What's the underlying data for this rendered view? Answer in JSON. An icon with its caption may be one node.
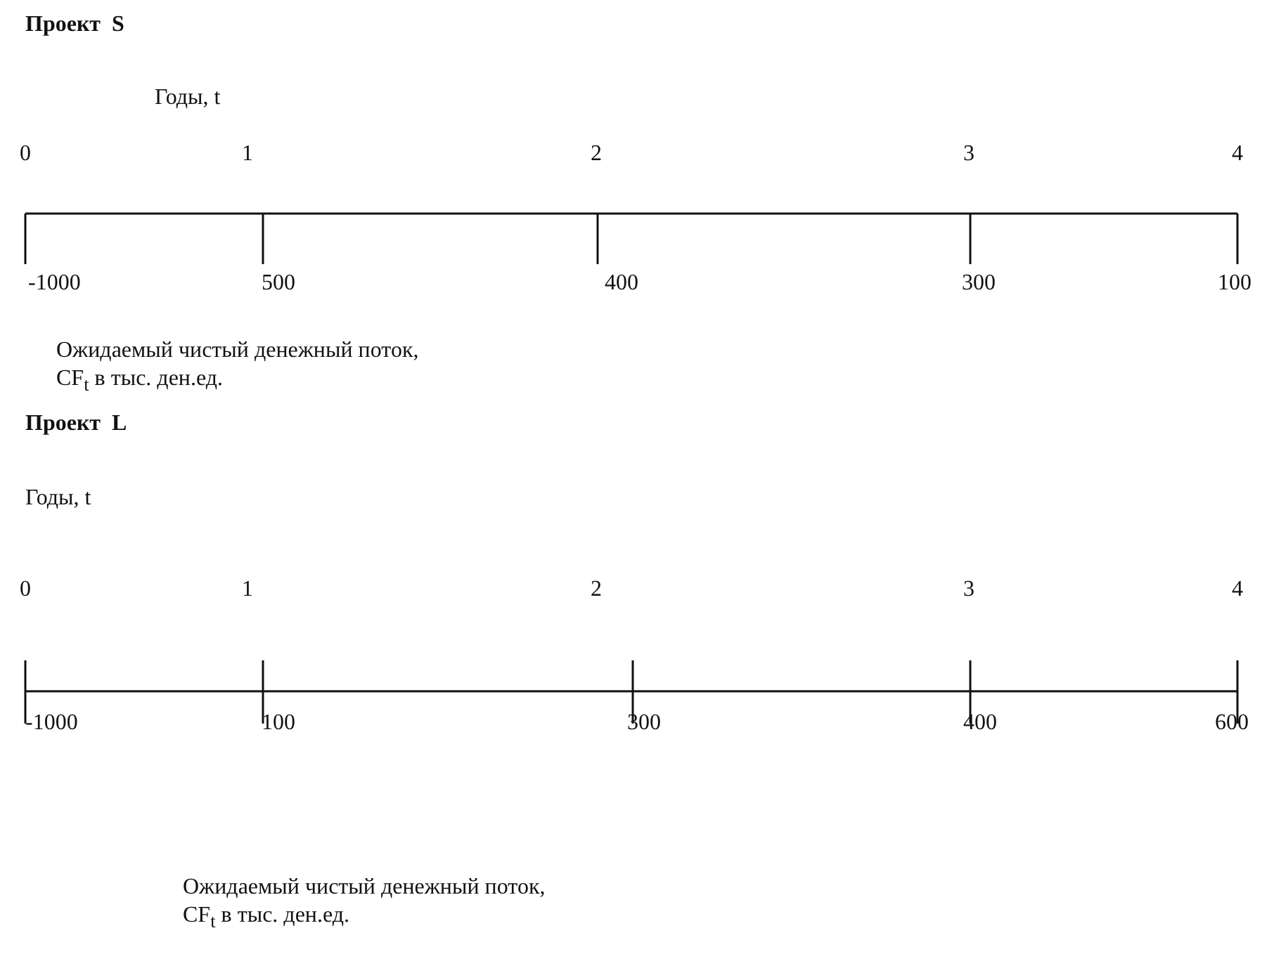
{
  "diagram": {
    "labels": [
      "Проект  S",
      "Годы, t",
      "0",
      "1",
      "2",
      "3",
      "4",
      "-1000",
      "500",
      "400",
      "300",
      "100",
      "Ожидаемый чистый денежный поток, CF$_{t}$ в тыс. ден.ед.",
      "Проект  L",
      "Годы, t",
      "0",
      "1",
      "2",
      "3",
      "4",
      "-1000",
      "100",
      "300",
      "400",
      "600",
      "Ожидаемый чистый денежный поток, CF$_{t}$ в тыс. ден.ед."
    ]
  }
}
